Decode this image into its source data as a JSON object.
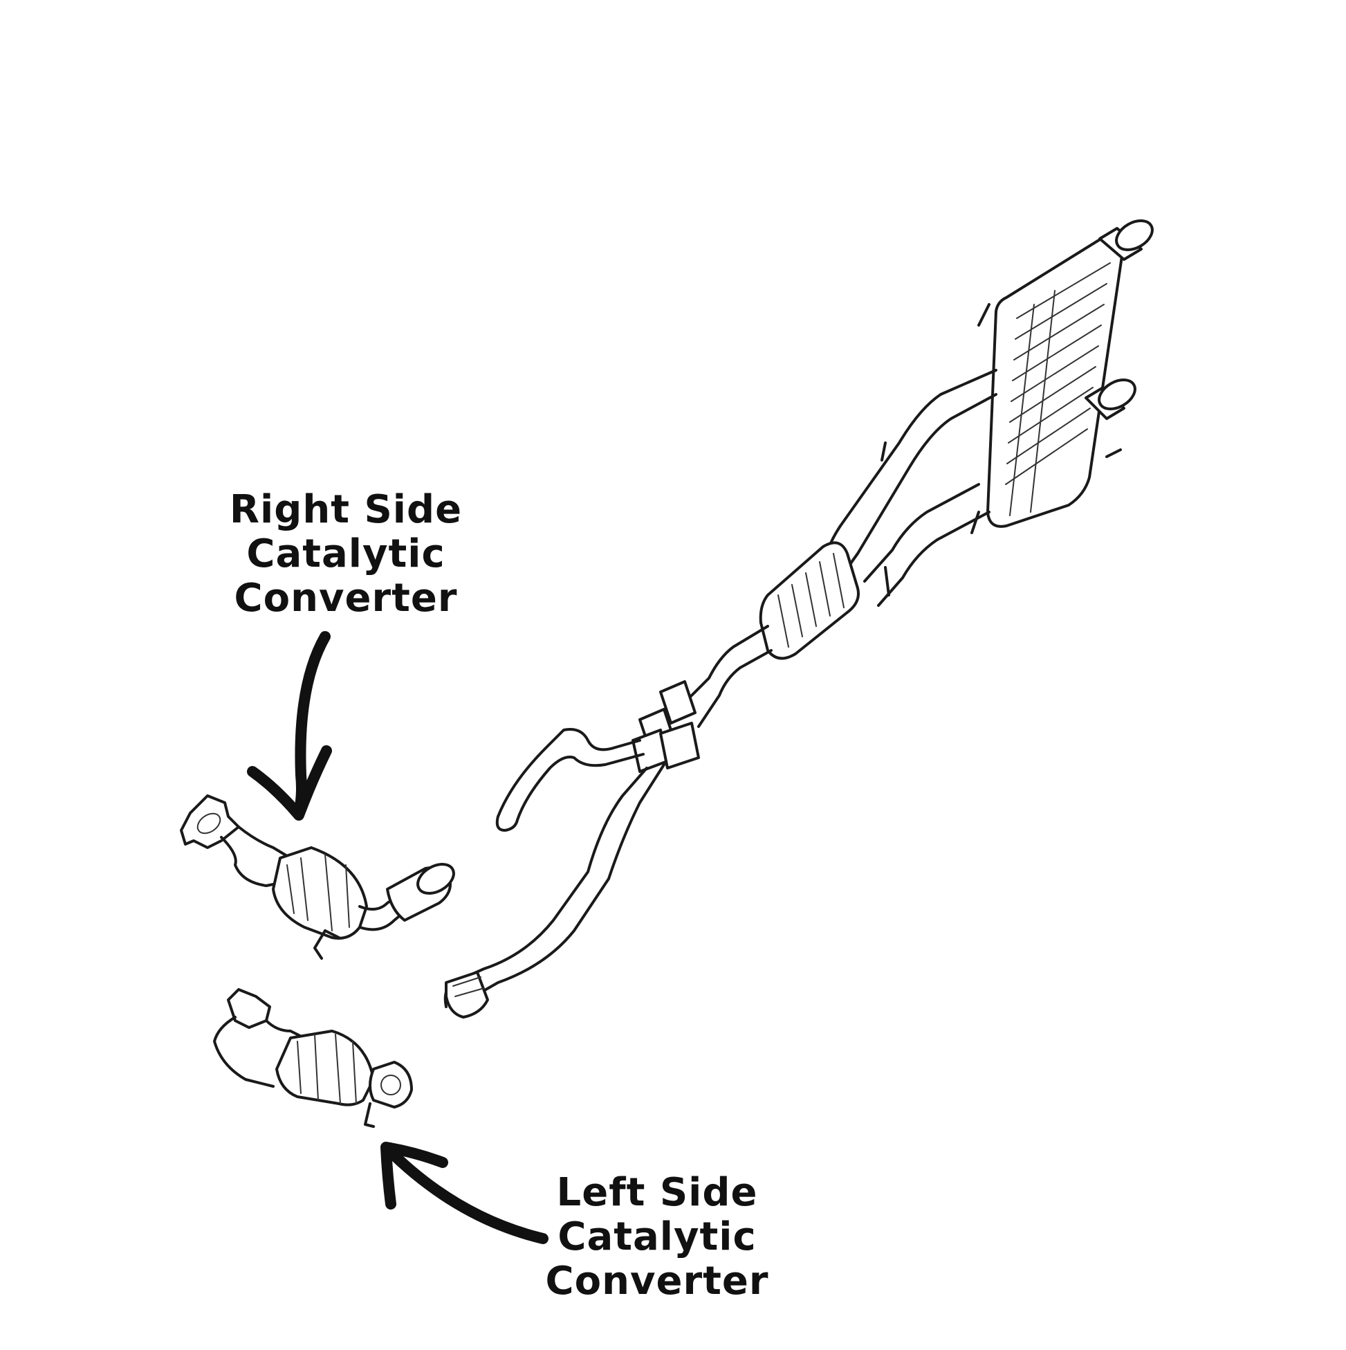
{
  "labels": {
    "right_converter": {
      "line1": "Right Side",
      "line2": "Catalytic",
      "line3": "Converter"
    },
    "left_converter": {
      "line1": "Left Side",
      "line2": "Catalytic",
      "line3": "Converter"
    }
  },
  "colors": {
    "background": "#ffffff",
    "ink": "#111111"
  }
}
